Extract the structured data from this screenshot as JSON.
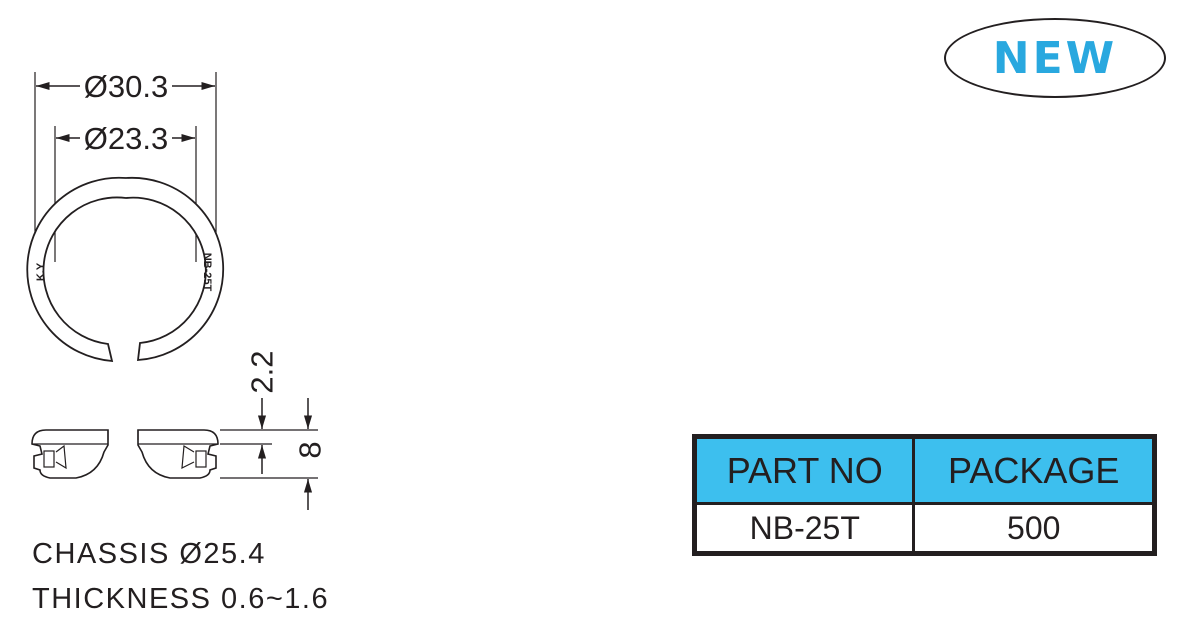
{
  "dimensions": {
    "outer_diameter": "Ø30.3",
    "inner_diameter": "Ø23.3",
    "height": "2.2",
    "thickness": "8"
  },
  "ring_marks": {
    "left": "K.Y",
    "right": "NB-25T"
  },
  "specs": {
    "chassis": "CHASSIS  Ø25.4",
    "thickness": "THICKNESS  0.6~1.6"
  },
  "badge": {
    "label": "NEW",
    "color": "#29a8df"
  },
  "table": {
    "headers": [
      "PART NO",
      "PACKAGE"
    ],
    "rows": [
      [
        "NB-25T",
        "500"
      ]
    ],
    "header_color": "#3dbfee"
  }
}
